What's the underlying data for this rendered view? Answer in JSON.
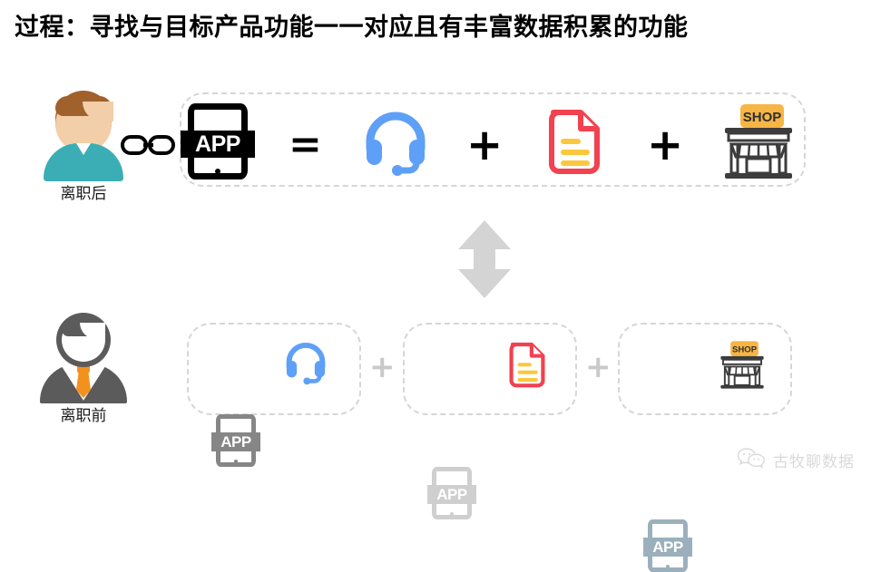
{
  "slide": {
    "title": "过程：寻找与目标产品功能一一对应且有丰富数据积累的功能",
    "background": "#ffffff"
  },
  "people": {
    "after": {
      "label": "离职后",
      "avatar_name": "avatar-person-color",
      "hair_color": "#A0612C",
      "skin_color": "#F2CFA8",
      "shirt_color": "#3BAEB5"
    },
    "before": {
      "label": "离职前",
      "avatar_name": "avatar-person-gray",
      "suit_color": "#5B5B5B",
      "tie_color": "#F2921D"
    }
  },
  "link_icon": {
    "name": "chain-link-icon",
    "color": "#000000"
  },
  "top_row": {
    "container_name": "target-product-equation",
    "border_color": "#D6D6D6",
    "items": [
      {
        "name": "app-icon-target",
        "type": "phone",
        "label": "APP",
        "color": "#000000"
      },
      {
        "name": "equals-operator",
        "type": "op",
        "label": "=",
        "color": "#000000"
      },
      {
        "name": "headset-icon",
        "type": "headset",
        "label": "",
        "color": "#5EA0F7"
      },
      {
        "name": "plus-operator-1",
        "type": "op",
        "label": "+",
        "color": "#000000"
      },
      {
        "name": "document-icon",
        "type": "document",
        "label": "",
        "color": "#F2414F",
        "accent": "#FBC83D"
      },
      {
        "name": "plus-operator-2",
        "type": "op",
        "label": "+",
        "color": "#000000"
      },
      {
        "name": "shop-icon",
        "type": "shop",
        "label": "SHOP",
        "color": "#3C3C3C",
        "accent": "#F6B545"
      }
    ]
  },
  "middle": {
    "arrow_name": "up-down-arrow",
    "arrow_color": "#D4D4D4"
  },
  "bottom_row": {
    "groups": [
      {
        "name": "benchmark-group-customer-service",
        "app": {
          "name": "app-icon-gray-1",
          "label": "APP",
          "color": "#868686"
        },
        "icon": {
          "name": "headset-icon",
          "type": "headset",
          "color": "#5EA0F7"
        }
      },
      {
        "name": "benchmark-group-document",
        "app": {
          "name": "app-icon-gray-2",
          "label": "APP",
          "color": "#CFCFCF"
        },
        "icon": {
          "name": "document-icon",
          "type": "document",
          "color": "#F2414F",
          "accent": "#FBC83D"
        }
      },
      {
        "name": "benchmark-group-shop",
        "app": {
          "name": "app-icon-gray-3",
          "label": "APP",
          "color": "#9BB0BC"
        },
        "icon": {
          "name": "shop-icon",
          "type": "shop",
          "label": "SHOP",
          "color": "#3C3C3C",
          "accent": "#F6B545"
        }
      }
    ],
    "operators": [
      {
        "name": "plus-operator-bottom-1",
        "label": "+",
        "color": "#C9C9C9"
      },
      {
        "name": "plus-operator-bottom-2",
        "label": "+",
        "color": "#C9C9C9"
      }
    ],
    "border_color": "#D6D6D6"
  },
  "watermark": {
    "name": "wechat-watermark",
    "icon_name": "wechat-icon",
    "text": "古牧聊数据",
    "color": "#D8D8D8"
  }
}
